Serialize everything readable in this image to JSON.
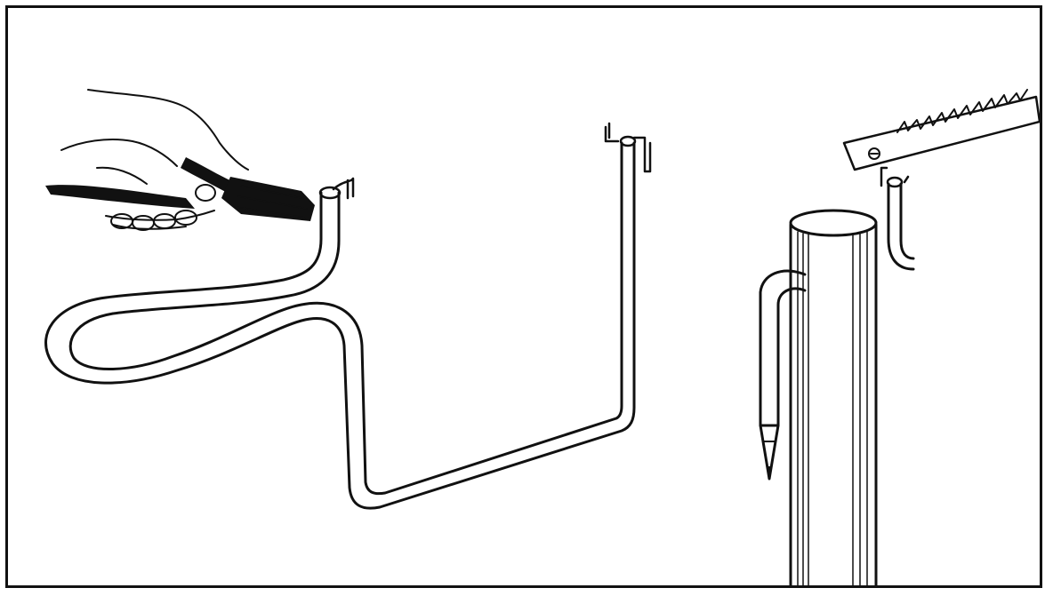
{
  "figure": {
    "panels": [
      {
        "name": "bending-loop-with-pliers"
      },
      {
        "name": "hanger-hook"
      },
      {
        "name": "measuring-on-post"
      }
    ],
    "colors": {
      "ink": "#111111",
      "paper": "#ffffff",
      "plier-handle": "#2a2a2a"
    }
  }
}
